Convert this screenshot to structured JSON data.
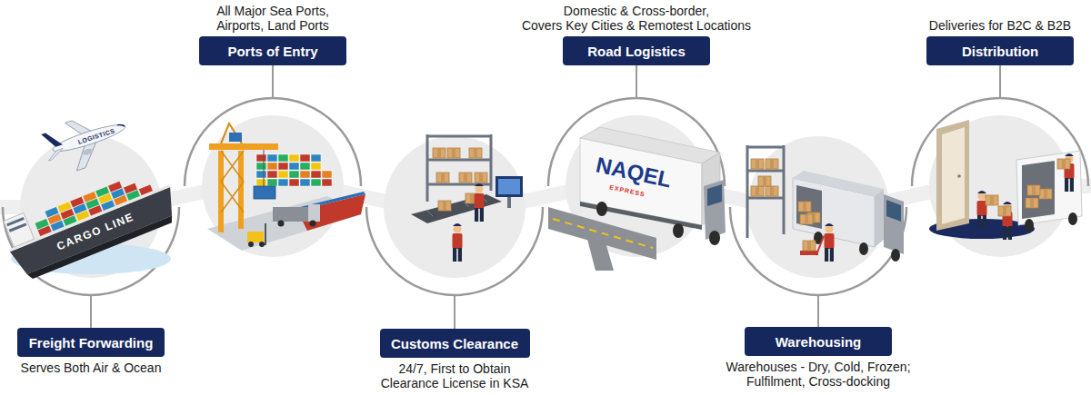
{
  "diagram": {
    "nodes": [
      {
        "text": [
          "Freight Forwarding",
          "Serves Both Air & Ocean"
        ]
      },
      {
        "text": [
          "Ports of Entry",
          "All Major Sea Ports, Airports, Land Ports"
        ]
      },
      {
        "text": [
          "Customs Clearance",
          "24/7, First to Obtain Clearance License in KSA"
        ]
      },
      {
        "text": [
          "Road Logistics",
          "Domestic & Cross-border, Covers Key Cities & Remotest Locations"
        ]
      },
      {
        "text": [
          "Warehousing",
          "Warehouses - Dry, Cold, Frozen; Fulfilment, Cross-docking"
        ]
      },
      {
        "text": [
          "Distribution",
          "Deliveries for B2C & B2B"
        ]
      }
    ],
    "labels": [
      "LOGISTICS",
      "CARGO LINE",
      "NAQEL",
      "EXPRESS"
    ]
  }
}
